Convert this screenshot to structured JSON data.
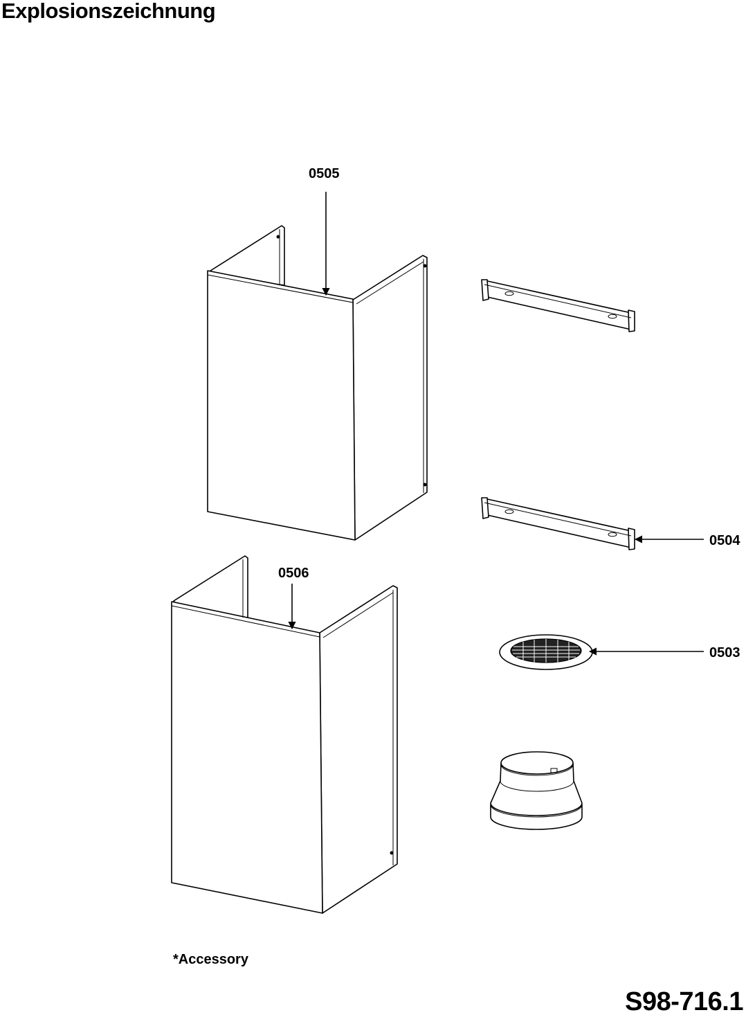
{
  "title": "Explosionszeichnung",
  "parts": {
    "upper_chimney": "0505",
    "lower_chimney": "0506",
    "bracket": "0504",
    "filter": "0503"
  },
  "note": "*Accessory",
  "document_number": "S98-716.1"
}
